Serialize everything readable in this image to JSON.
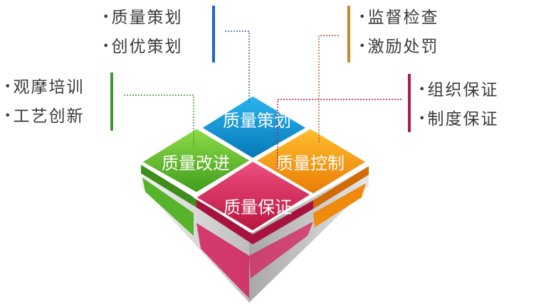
{
  "tiles": {
    "top": {
      "label": "质量策划",
      "color": "#0a8fd0"
    },
    "left": {
      "label": "质量改进",
      "color": "#5cb82c"
    },
    "right": {
      "label": "质量控制",
      "color": "#f39a12"
    },
    "bottom": {
      "label": "质量保证",
      "color": "#d91f5a"
    }
  },
  "groups": {
    "top_left": {
      "items": [
        "质量策划",
        "创优策划"
      ],
      "accent": "#1b64c8"
    },
    "top_right": {
      "items": [
        "监督检查",
        "激励处罚"
      ],
      "accent": "#c78a2a"
    },
    "mid_left": {
      "items": [
        "观摩培训",
        "工艺创新"
      ],
      "accent": "#3c9b2c"
    },
    "mid_right": {
      "items": [
        "组织保证",
        "制度保证"
      ],
      "accent": "#a81d55"
    }
  },
  "colors": {
    "connector": "#555555",
    "bullet_text": "#3a3a3a"
  }
}
